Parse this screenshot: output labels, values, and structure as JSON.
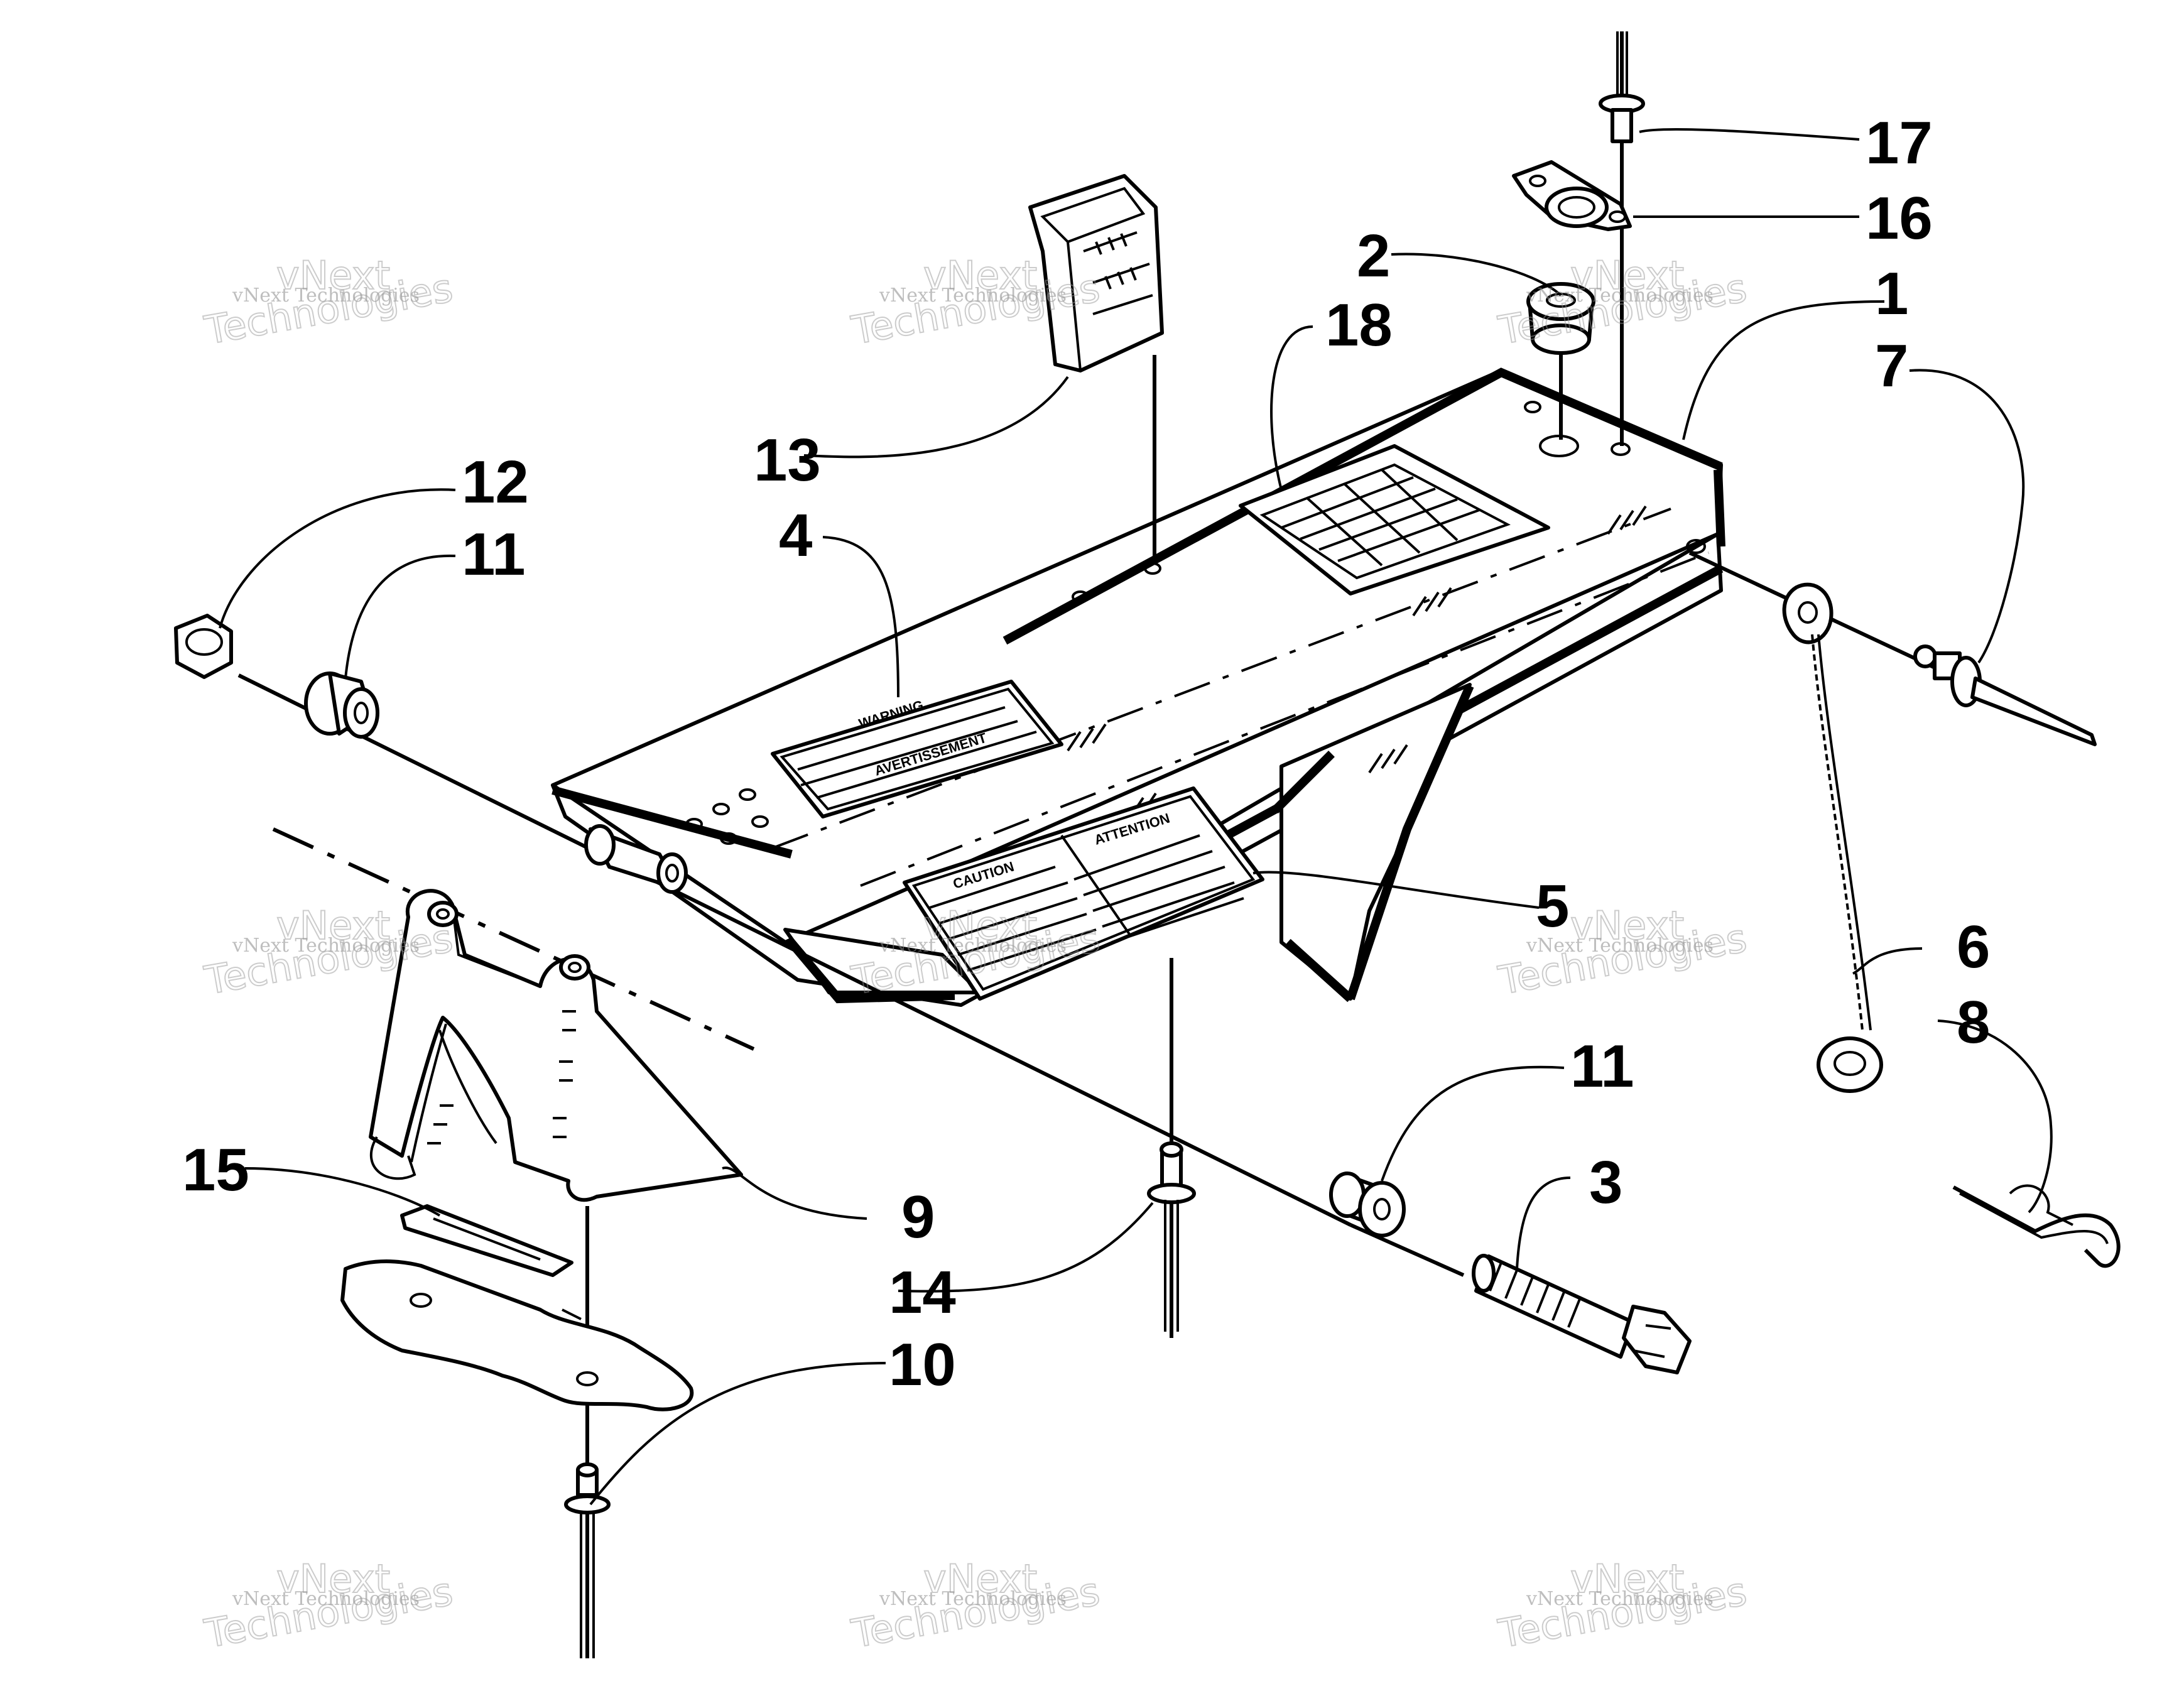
{
  "callouts": {
    "c1": "1",
    "c2": "2",
    "c3": "3",
    "c4": "4",
    "c5": "5",
    "c6": "6",
    "c7": "7",
    "c8": "8",
    "c9": "9",
    "c10": "10",
    "c11a": "11",
    "c11b": "11",
    "c12": "12",
    "c13": "13",
    "c14": "14",
    "c15": "15",
    "c16": "16",
    "c17": "17",
    "c18": "18"
  },
  "decals": {
    "warning": "WARNING",
    "avertissement": "AVERTISSEMENT",
    "caution": "CAUTION",
    "attention": "ATTENTION"
  },
  "watermark": {
    "small": "vNext Technologies",
    "big": "Technologies",
    "mark": "vNext"
  }
}
